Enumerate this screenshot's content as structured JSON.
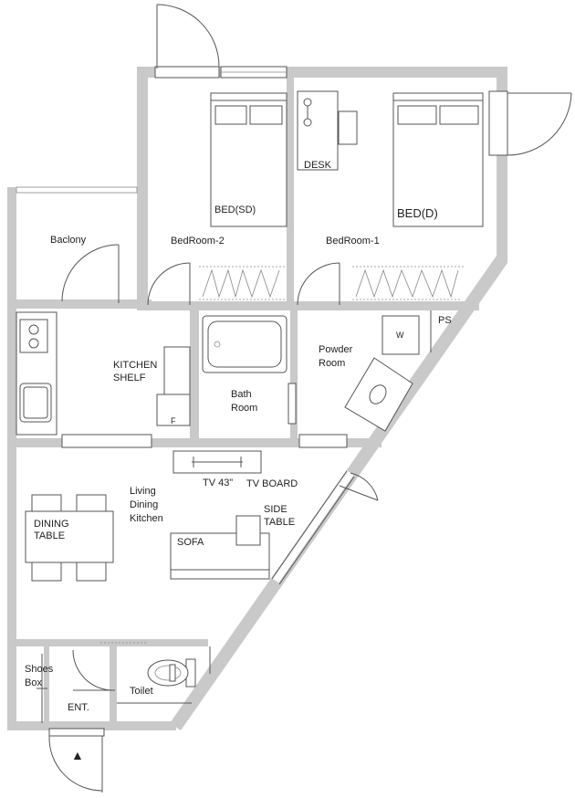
{
  "plan": {
    "rooms": {
      "balcony": "Baclony",
      "bedroom2": "BedRoom-2",
      "bedroom1": "BedRoom-1",
      "powder_room_line1": "Powder",
      "powder_room_line2": "Room",
      "bath_room_line1": "Bath",
      "bath_room_line2": "Room",
      "ldk_line1": "Living",
      "ldk_line2": "Dining",
      "ldk_line3": "Kitchen",
      "toilet": "Toilet",
      "entrance": "ENT.",
      "pipe_space": "PS"
    },
    "furniture": {
      "bed_sd": "BED(SD)",
      "bed_d": "BED(D)",
      "desk": "DESK",
      "kitchen_shelf_line1": "KITCHEN",
      "kitchen_shelf_line2": "SHELF",
      "fridge": "F",
      "washer": "W",
      "tv": "TV 43”",
      "tv_board": "TV BOARD",
      "side_table_line1": "SIDE",
      "side_table_line2": "TABLE",
      "dining_table_line1": "DINING",
      "dining_table_line2": "TABLE",
      "sofa": "SOFA",
      "shoes_box_line1": "Shoes",
      "shoes_box_line2": "Box",
      "entry_arrow": "▲"
    },
    "colors": {
      "wall": "#c9c9c9",
      "line": "#555555"
    }
  }
}
